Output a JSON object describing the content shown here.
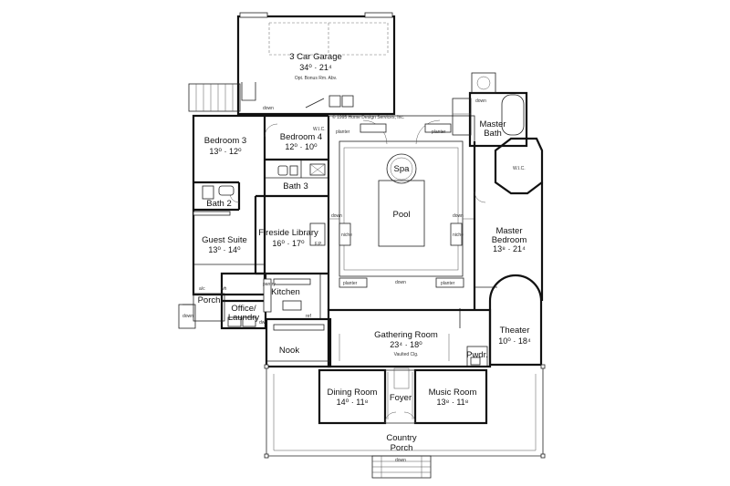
{
  "rooms": {
    "garage": {
      "name": "3 Car Garage",
      "dim": "34⁰ · 21⁴",
      "note": "Opt. Bonus Rm. Abv."
    },
    "bedroom3": {
      "name": "Bedroom 3",
      "dim": "13⁰ · 12⁰"
    },
    "bedroom4": {
      "name": "Bedroom 4",
      "dim": "12⁰ · 10⁰"
    },
    "bath2": {
      "name": "Bath 2"
    },
    "bath3": {
      "name": "Bath 3"
    },
    "guest_suite": {
      "name": "Guest Suite",
      "dim": "13⁰ · 14⁰"
    },
    "fireside_library": {
      "name": "Fireside Library",
      "dim": "16⁰ · 17⁰"
    },
    "kitchen": {
      "name": "Kitchen"
    },
    "porch_small": {
      "name": "Porch"
    },
    "office": {
      "name": "Office/",
      "name2": "Laundry"
    },
    "nook": {
      "name": "Nook"
    },
    "spa": {
      "name": "Spa"
    },
    "pool": {
      "name": "Pool"
    },
    "master_bath": {
      "name": "Master",
      "name2": "Bath"
    },
    "master_bedroom": {
      "name": "Master",
      "name2": "Bedroom",
      "dim": "13⁸ · 21⁴"
    },
    "theater": {
      "name": "Theater",
      "dim": "10⁰ · 18⁴"
    },
    "gathering_room": {
      "name": "Gathering Room",
      "dim": "23⁴ · 18⁰",
      "note": "Vaulted Clg."
    },
    "pwdr": {
      "name": "Pwdr."
    },
    "dining_room": {
      "name": "Dining Room",
      "dim": "14⁰ · 11⁸"
    },
    "foyer": {
      "name": "Foyer"
    },
    "music_room": {
      "name": "Music Room",
      "dim": "13⁸ · 11⁸"
    },
    "country_porch": {
      "name": "Country",
      "name2": "Porch"
    }
  },
  "small_labels": {
    "down": "down",
    "wic": "W.I.C.",
    "planter": "planter",
    "niche": "niche",
    "fp": "F.P.",
    "pantry": "pantry",
    "dw": "dw",
    "ref": "ref",
    "wh": "wh",
    "ac": "a/c",
    "copyright": "© 1995 Home Design Services, Inc."
  }
}
